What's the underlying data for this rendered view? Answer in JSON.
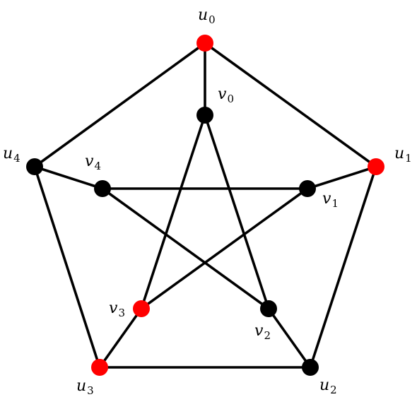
{
  "graph": {
    "colors": {
      "highlight": "#ff0000",
      "default": "#000000",
      "edge": "#000000"
    },
    "nodes": [
      {
        "id": "u0",
        "letter": "u",
        "index": "0",
        "highlighted": true
      },
      {
        "id": "u1",
        "letter": "u",
        "index": "1",
        "highlighted": true
      },
      {
        "id": "u2",
        "letter": "u",
        "index": "2",
        "highlighted": false
      },
      {
        "id": "u3",
        "letter": "u",
        "index": "3",
        "highlighted": true
      },
      {
        "id": "u4",
        "letter": "u",
        "index": "4",
        "highlighted": false
      },
      {
        "id": "v0",
        "letter": "v",
        "index": "0",
        "highlighted": false
      },
      {
        "id": "v1",
        "letter": "v",
        "index": "1",
        "highlighted": false
      },
      {
        "id": "v2",
        "letter": "v",
        "index": "2",
        "highlighted": false
      },
      {
        "id": "v3",
        "letter": "v",
        "index": "3",
        "highlighted": true
      },
      {
        "id": "v4",
        "letter": "v",
        "index": "4",
        "highlighted": false
      }
    ],
    "edges": [
      [
        "u0",
        "u1"
      ],
      [
        "u1",
        "u2"
      ],
      [
        "u2",
        "u3"
      ],
      [
        "u3",
        "u4"
      ],
      [
        "u4",
        "u0"
      ],
      [
        "u0",
        "v0"
      ],
      [
        "u1",
        "v1"
      ],
      [
        "u2",
        "v2"
      ],
      [
        "u3",
        "v3"
      ],
      [
        "u4",
        "v4"
      ],
      [
        "v0",
        "v2"
      ],
      [
        "v2",
        "v4"
      ],
      [
        "v4",
        "v1"
      ],
      [
        "v1",
        "v3"
      ],
      [
        "v3",
        "v0"
      ]
    ]
  }
}
